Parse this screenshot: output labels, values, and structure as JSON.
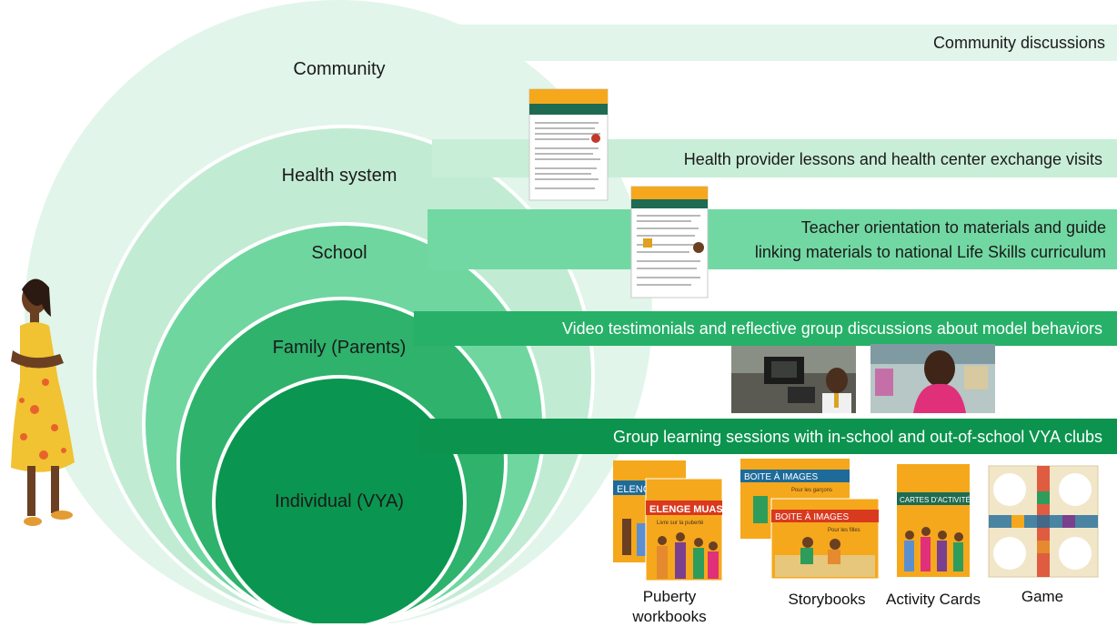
{
  "levels": [
    {
      "label": "Community"
    },
    {
      "label": "Health system"
    },
    {
      "label": "School"
    },
    {
      "label": "Family (Parents)"
    },
    {
      "label": "Individual (VYA)"
    }
  ],
  "activities": [
    {
      "lines": [
        "Community discussions"
      ]
    },
    {
      "lines": [
        "Health provider lessons and health center exchange visits"
      ]
    },
    {
      "lines": [
        "Teacher orientation to materials and guide",
        "linking materials to national Life Skills curriculum"
      ]
    },
    {
      "lines": [
        "Video testimonials and reflective group discussions about model behaviors"
      ]
    },
    {
      "lines": [
        "Group learning sessions with in-school and out-of-school VYA clubs"
      ]
    }
  ],
  "materials": {
    "puberty": {
      "caption_1": "Puberty",
      "caption_2": "workbooks",
      "cover_a": "ELENGE",
      "cover_b": "ELENGE MUASI",
      "cover_b_sub": "Livre sur la puberté"
    },
    "storybooks": {
      "caption": "Storybooks",
      "cover_a": "BOITE À IMAGES",
      "cover_a_sub": "Pour les garçons",
      "cover_b": "BOITE À IMAGES",
      "cover_b_sub": "Pour les filles"
    },
    "activity_cards": {
      "caption": "Activity Cards",
      "cover": "CARTES D'ACTIVITÉS"
    },
    "game": {
      "caption": "Game"
    }
  },
  "colors": {
    "ring_1": "#e1f5ea",
    "ring_2": "#c2ebd3",
    "ring_3": "#6fd6a0",
    "ring_4": "#2eb26c",
    "ring_5": "#0a9650",
    "band_1": "#e1f5ea",
    "band_2": "#c9eed8",
    "band_3": "#72d8a3",
    "band_4": "#27b068",
    "band_5": "#0c944f",
    "book_orange": "#f5a81c"
  }
}
